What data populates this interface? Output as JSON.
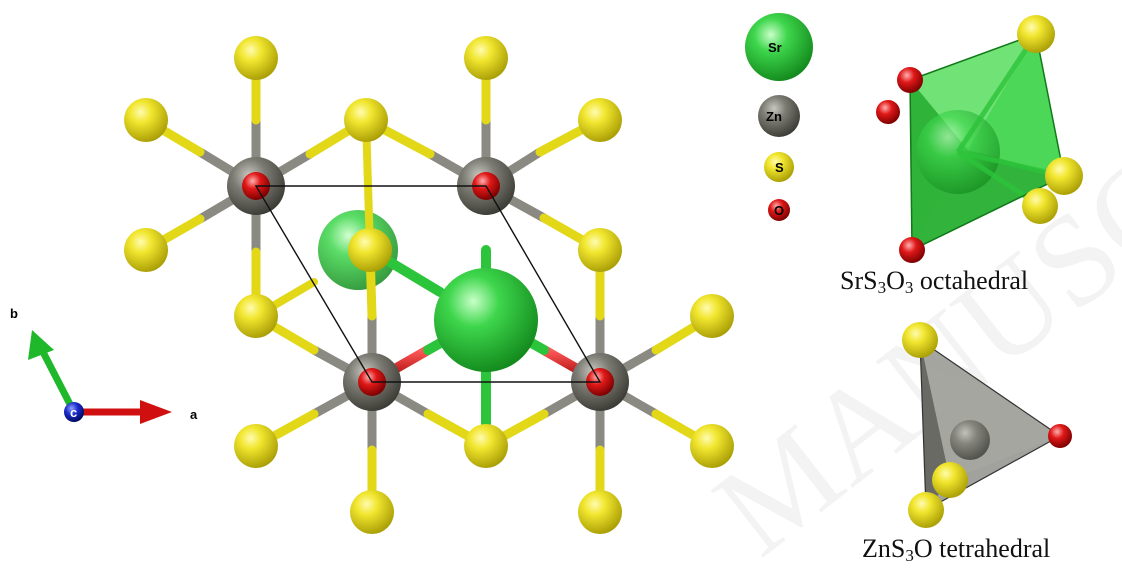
{
  "legend": [
    {
      "symbol": "Sr",
      "color": "#3cc84a"
    },
    {
      "symbol": "Zn",
      "color": "#7a7a72"
    },
    {
      "symbol": "S",
      "color": "#e2d818"
    },
    {
      "symbol": "O",
      "color": "#d81414"
    }
  ],
  "axes": {
    "a": "a",
    "b": "b",
    "c": "c"
  },
  "captions": {
    "octahedral": {
      "pre": "SrS",
      "sub1": "3",
      "mid": "O",
      "sub2": "3",
      "post": " octahedral"
    },
    "tetrahedral": {
      "pre": "ZnS",
      "sub1": "3",
      "mid": "O",
      "post": " tetrahedral"
    }
  },
  "watermark": "MANUSCRIPT",
  "colors": {
    "Sr": "#3cc84a",
    "Zn": "#7a7a72",
    "S": "#e2d818",
    "O": "#d81414"
  }
}
